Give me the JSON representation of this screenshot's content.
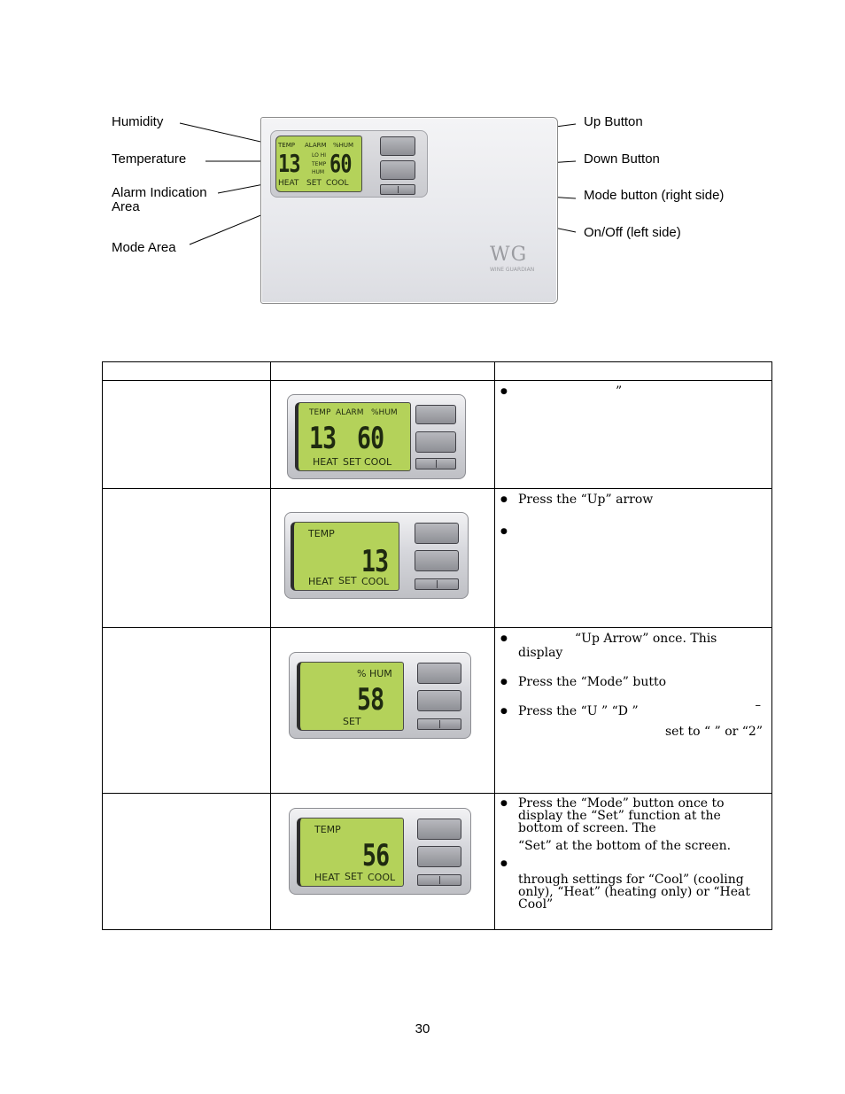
{
  "diagram": {
    "callouts": {
      "humidity": "Humidity",
      "temperature": "Temperature",
      "alarm_area": "Alarm Indication Area",
      "mode_area": "Mode Area",
      "up_button": "Up Button",
      "down_button": "Down Button",
      "mode_button": "Mode button (right side)",
      "onoff": "On/Off (left side)"
    },
    "lcd": {
      "temp": "TEMP",
      "alarm": "ALARM",
      "hum": "%HUM",
      "lo_hi": "LO HI",
      "temp_small": "TEMP",
      "hum_small": "HUM",
      "big_left": "13",
      "big_right": "60",
      "heat": "HEAT",
      "set": "SET",
      "cool": "COOL"
    },
    "logo": "WG",
    "logo_sub": "WINE GUARDIAN"
  },
  "table": {
    "rows": [
      {
        "lcd": {
          "temp": "TEMP",
          "alarm": "ALARM",
          "hum": "%HUM",
          "big_left": "13",
          "big_right": "60",
          "heat": "HEAT",
          "set": "SET",
          "cool": "COOL"
        },
        "bullets": [
          "”"
        ]
      },
      {
        "lcd": {
          "temp": "TEMP",
          "big": "13",
          "heat": "HEAT",
          "set": "SET",
          "cool": "COOL"
        },
        "bullets": [
          "Press the “Up” arrow",
          ""
        ]
      },
      {
        "lcd": {
          "hum": "% HUM",
          "big": "58",
          "set": "SET"
        },
        "bullets": [
          "“Up Arrow” once. This display",
          "Press the “Mode” butto",
          "Press the “U ”      “D       ”"
        ],
        "extra_dash": "–",
        "extra_text": "set to “  ” or “2”"
      },
      {
        "lcd": {
          "temp": "TEMP",
          "big": "56",
          "heat": "HEAT",
          "set": "SET",
          "cool": "COOL"
        },
        "bullets": [
          "Press the “Mode” button once to display the “Set” function at the bottom of screen. The",
          "“Set” at the bottom of the screen.",
          "",
          "through settings for “Cool” (cooling only), “Heat” (heating only) or “Heat Cool”"
        ]
      }
    ]
  },
  "page_number": "30"
}
